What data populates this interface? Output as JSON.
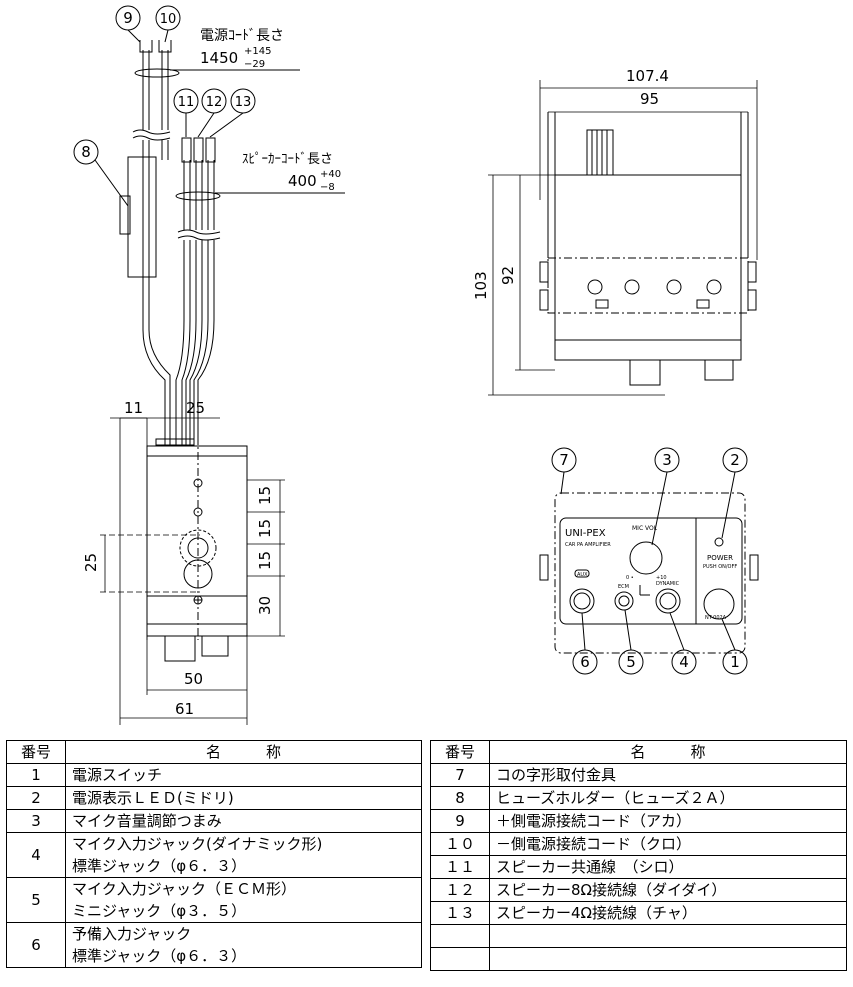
{
  "callouts": {
    "c1": "1",
    "c2": "2",
    "c3": "3",
    "c4": "4",
    "c5": "5",
    "c6": "6",
    "c7": "7",
    "c8": "8",
    "c9": "9",
    "c10": "10",
    "c11": "11",
    "c12": "12",
    "c13": "13"
  },
  "cords": {
    "power_cord_label": "電源ｺｰﾄﾞ長さ",
    "power_cord_length": "1450",
    "power_cord_tol_plus": "+145",
    "power_cord_tol_minus": "−29",
    "speaker_cord_label": "ｽﾋﾟｰｶｰｺｰﾄﾞ長さ",
    "speaker_cord_length": "400",
    "speaker_cord_tol_plus": "+40",
    "speaker_cord_tol_minus": "−8"
  },
  "dimensions": {
    "side_11": "11",
    "side_25_top": "25",
    "side_15_a": "15",
    "side_15_b": "15",
    "side_15_c": "15",
    "side_30": "30",
    "side_25_left": "25",
    "side_50": "50",
    "side_61": "61",
    "top_107_4": "107.4",
    "top_95": "95",
    "top_103": "103",
    "top_92": "92"
  },
  "panel": {
    "brand": "UNI-PEX",
    "subtitle": "CAR PA AMPLIFIER",
    "mic_vol": "MIC VOL",
    "scale_min": "0 •",
    "scale_max": "+10",
    "aux": "AUX",
    "ecm": "ECM",
    "dynamic": "DYNAMIC",
    "power": "POWER",
    "push": "PUSH ON/OFF",
    "model": "NT-002A"
  },
  "table_left": {
    "header_no": "番号",
    "header_name": "名　　　称",
    "rows": [
      {
        "no": "1",
        "lines": [
          "電源スイッチ"
        ]
      },
      {
        "no": "2",
        "lines": [
          "電源表示ＬＥＤ(ミドリ)"
        ]
      },
      {
        "no": "3",
        "lines": [
          "マイク音量調節つまみ"
        ]
      },
      {
        "no": "4",
        "lines": [
          "マイク入力ジャック(ダイナミック形)",
          "標準ジャック（φ６．３）"
        ]
      },
      {
        "no": "5",
        "lines": [
          "マイク入力ジャック（ＥＣＭ形）",
          "ミニジャック（φ３．５）"
        ]
      },
      {
        "no": "6",
        "lines": [
          "予備入力ジャック",
          "標準ジャック（φ６．３）"
        ]
      }
    ]
  },
  "table_right": {
    "header_no": "番号",
    "header_name": "名　　　称",
    "rows": [
      {
        "no": "7",
        "name": "コの字形取付金具"
      },
      {
        "no": "8",
        "name": "ヒューズホルダー（ヒューズ２Ａ）"
      },
      {
        "no": "9",
        "name": "＋側電源接続コード（アカ）"
      },
      {
        "no": "１０",
        "name": "－側電源接続コード（クロ）"
      },
      {
        "no": "１１",
        "name": "スピーカー共通線　（シロ）"
      },
      {
        "no": "１２",
        "name": "スピーカー8Ω接続線（ダイダイ）"
      },
      {
        "no": "１３",
        "name": "スピーカー4Ω接続線（チャ）"
      },
      {
        "no": "",
        "name": ""
      },
      {
        "no": "",
        "name": ""
      }
    ]
  }
}
